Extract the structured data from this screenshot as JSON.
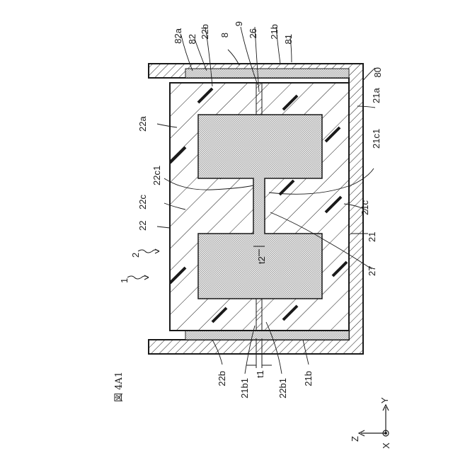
{
  "figure_label": "図 4A1",
  "labels": {
    "n1": "1",
    "n2": "2",
    "n8": "8",
    "n9": "9",
    "n21": "21",
    "n21a": "21a",
    "n21b_top": "21b",
    "n21b_bottom": "21b",
    "n21b1": "21b1",
    "n21c": "21c",
    "n21c1": "21c1",
    "n22": "22",
    "n22a": "22a",
    "n22b_top": "22b",
    "n22b_bottom": "22b",
    "n22b1": "22b1",
    "n22c": "22c",
    "n22c1": "22c1",
    "n26": "26",
    "n27": "27",
    "n80": "80",
    "n81": "81",
    "n82": "82",
    "n82a": "82a",
    "t1": "t1",
    "t2": "t2"
  },
  "axes": {
    "y": "Y",
    "z": "Z",
    "x": "X"
  }
}
